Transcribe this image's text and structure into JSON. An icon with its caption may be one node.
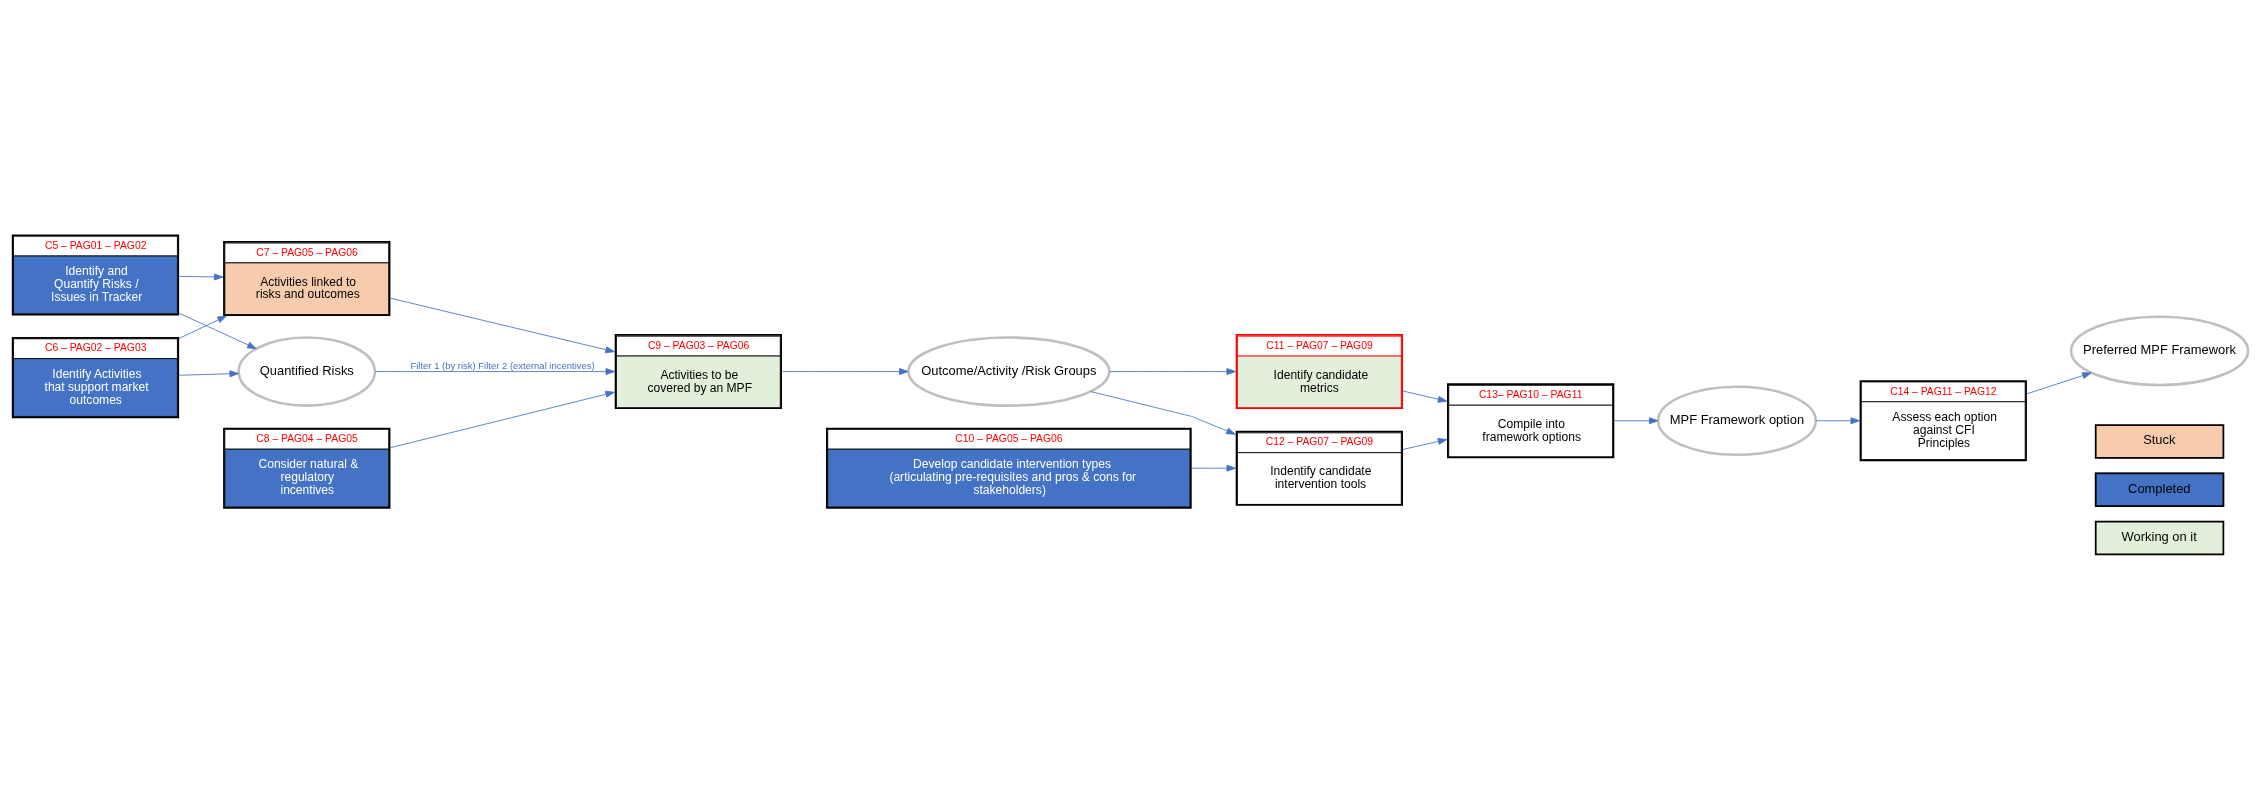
{
  "diagram": {
    "nodes": [
      {
        "text": [
          "C5 – PAG01 – PAG02",
          "Identify and Quantify Risks / Issues in Tracker"
        ]
      },
      {
        "text": [
          "Quantified Risks"
        ]
      },
      {
        "text": [
          "C6 – PAG02 – PAG03",
          "Identify Activities that support market outcomes"
        ]
      },
      {
        "text": [
          "C7 – PAG05 – PAG06",
          "Activities linked to risks and outcomes"
        ]
      },
      {
        "text": [
          "C9 – PAG03 – PAG06",
          "Activities to be covered by an MPF"
        ]
      },
      {
        "text": [
          "Outcome/Activity /Risk Groups"
        ]
      },
      {
        "text": [
          "C8 – PAG04 – PAG05",
          "Consider natural & regulatory incentives"
        ]
      },
      {
        "text": [
          "C11 – PAG07 – PAG09",
          "Identify candidate metrics"
        ]
      },
      {
        "text": [
          "C10 – PAG05 – PAG06",
          "Develop candidate intervention types (articulating pre-requisites and pros & cons for stakeholders)"
        ]
      },
      {
        "text": [
          "C12 – PAG07 – PAG09",
          "Indentify candidate intervention tools"
        ]
      },
      {
        "text": [
          "C13– PAG10 – PAG11",
          "Compile into framework options"
        ]
      },
      {
        "text": [
          "MPF Framework option"
        ]
      },
      {
        "text": [
          "C14 – PAG11 – PAG12",
          "Assess each option against CFI Principles"
        ]
      },
      {
        "text": [
          "Preferred MPF Framework"
        ]
      }
    ],
    "edges": [
      {
        "from": 0,
        "to": 1,
        "arrow": "to"
      },
      {
        "from": 0,
        "to": 3,
        "arrow": "to"
      },
      {
        "from": 2,
        "to": 1,
        "arrow": "to"
      },
      {
        "from": 2,
        "to": 3,
        "arrow": "to"
      },
      {
        "from": 1,
        "to": 4,
        "arrow": "to",
        "label": "Filter 1 (by risk) Filter 2 (external incentives)"
      },
      {
        "from": 3,
        "to": 4,
        "arrow": "to"
      },
      {
        "from": 6,
        "to": 4,
        "arrow": "to"
      },
      {
        "from": 4,
        "to": 5,
        "arrow": "to"
      },
      {
        "from": 5,
        "to": 7,
        "arrow": "to"
      },
      {
        "from": 5,
        "to": 9,
        "arrow": "to"
      },
      {
        "from": 8,
        "to": 9,
        "arrow": "to"
      },
      {
        "from": 7,
        "to": 10,
        "arrow": "to"
      },
      {
        "from": 9,
        "to": 10,
        "arrow": "to"
      },
      {
        "from": 10,
        "to": 11,
        "arrow": "to"
      },
      {
        "from": 11,
        "to": 12,
        "arrow": "to"
      },
      {
        "from": 12,
        "to": 13,
        "arrow": "to"
      }
    ],
    "legend": [
      {
        "text": "Stuck",
        "color": "#f8cbad"
      },
      {
        "text": "Completed",
        "color": "#4472c4"
      },
      {
        "text": "Working on it",
        "color": "#e2efda"
      }
    ]
  }
}
